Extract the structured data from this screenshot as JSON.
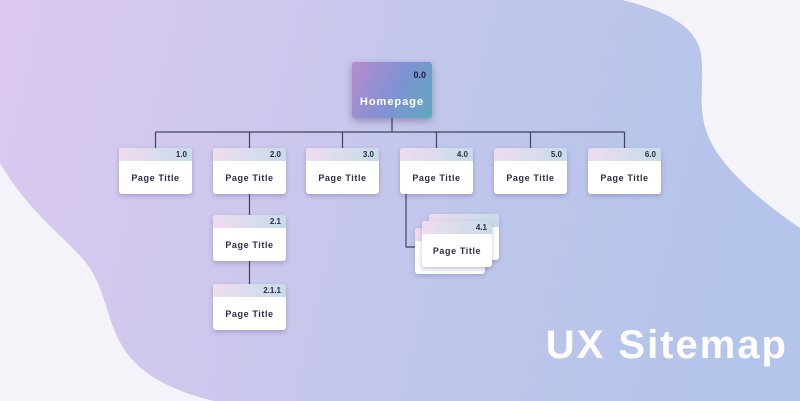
{
  "title_text": "UX Sitemap",
  "diagram_type": "sitemap",
  "colors": {
    "background": "#f3f3f9",
    "blob_gradient_left": "#dbc8ef",
    "blob_gradient_right": "#b4c4ea",
    "root_gradient_start": "#b88bce",
    "root_gradient_end": "#61a8be",
    "card_header_left": "#efdcee",
    "card_header_right": "#c6dbe8",
    "connector": "#3f4456",
    "text_dark": "#2d2d47",
    "text_light": "#ffffff"
  },
  "nodes": {
    "homepage": {
      "id": "0.0",
      "label": "Homepage"
    },
    "n1": {
      "id": "1.0",
      "label": "Page Title"
    },
    "n2": {
      "id": "2.0",
      "label": "Page Title"
    },
    "n3": {
      "id": "3.0",
      "label": "Page Title"
    },
    "n4": {
      "id": "4.0",
      "label": "Page Title"
    },
    "n5": {
      "id": "5.0",
      "label": "Page Title"
    },
    "n6": {
      "id": "6.0",
      "label": "Page Title"
    },
    "n2_1": {
      "id": "2.1",
      "label": "Page Title"
    },
    "n2_1_1": {
      "id": "2.1.1",
      "label": "Page Title"
    },
    "n4_1": {
      "id": "4.1",
      "label": "Page Title"
    }
  }
}
